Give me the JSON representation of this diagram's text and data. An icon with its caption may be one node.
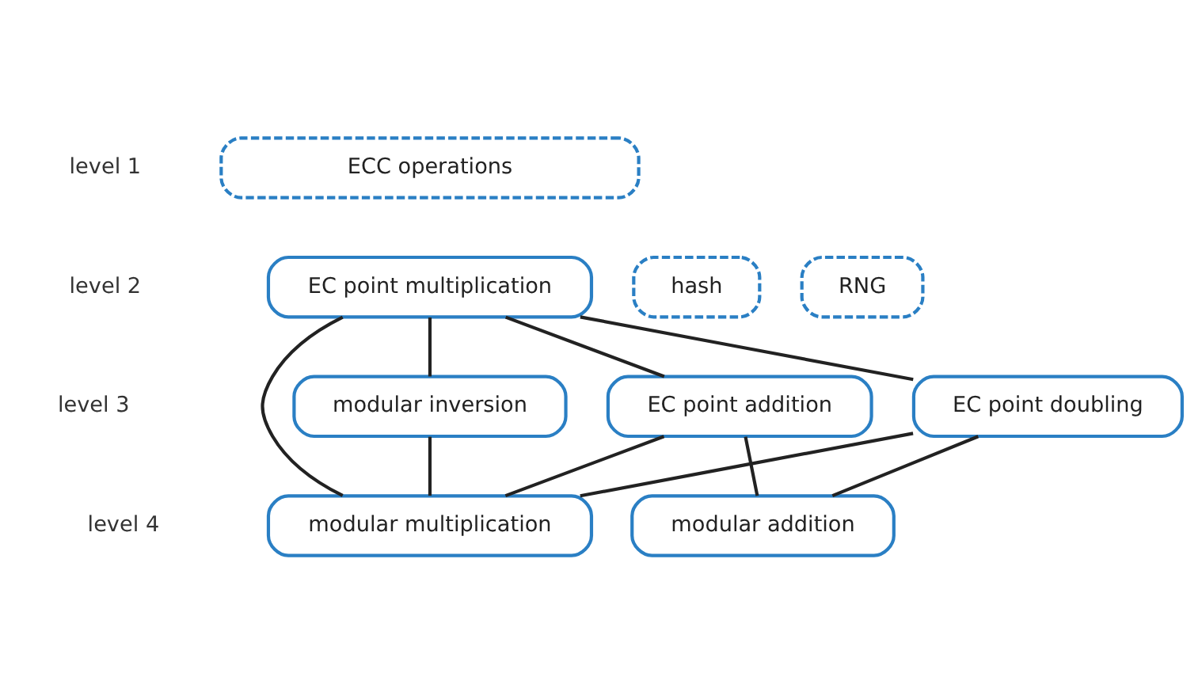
{
  "diagram": {
    "nodes": [
      {
        "text": [
          "ECC operations"
        ]
      },
      {
        "text": [
          "EC point multiplication"
        ]
      },
      {
        "text": [
          "hash"
        ]
      },
      {
        "text": [
          "RNG"
        ]
      },
      {
        "text": [
          "modular inversion"
        ]
      },
      {
        "text": [
          "EC point addition"
        ]
      },
      {
        "text": [
          "EC point doubling"
        ]
      },
      {
        "text": [
          "modular multiplication"
        ]
      },
      {
        "text": [
          "modular addition"
        ]
      }
    ],
    "edges": [
      {
        "from": 1,
        "to": 4,
        "arrow": "none"
      },
      {
        "from": 1,
        "to": 5,
        "arrow": "none"
      },
      {
        "from": 1,
        "to": 6,
        "arrow": "none"
      },
      {
        "from": 1,
        "to": 7,
        "arrow": "none"
      },
      {
        "from": 4,
        "to": 7,
        "arrow": "none"
      },
      {
        "from": 5,
        "to": 7,
        "arrow": "none"
      },
      {
        "from": 5,
        "to": 8,
        "arrow": "none"
      },
      {
        "from": 6,
        "to": 7,
        "arrow": "none"
      },
      {
        "from": 6,
        "to": 8,
        "arrow": "none"
      }
    ],
    "labels": [
      "level 1",
      "level 2",
      "level 3",
      "level 4"
    ]
  }
}
